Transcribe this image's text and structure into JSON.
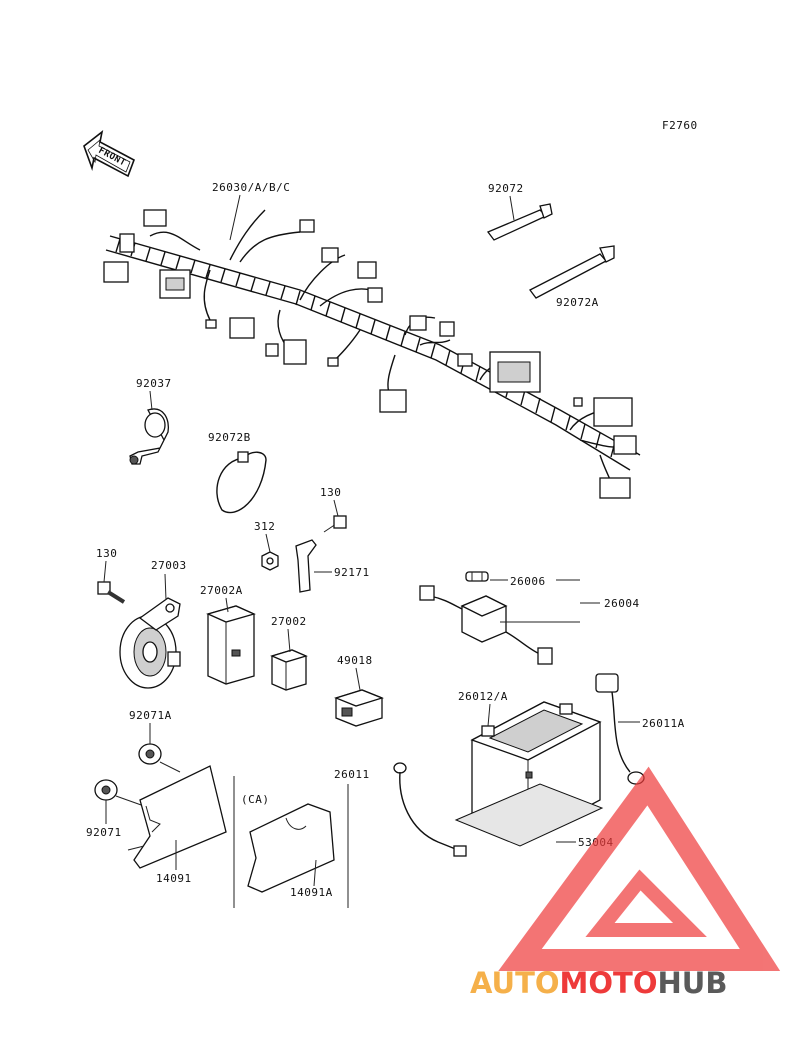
{
  "diagram": {
    "code": "F2760",
    "front_arrow_text": "FRONT",
    "variant_note": "(CA)"
  },
  "parts": {
    "p26030": "26030/A/B/C",
    "p92072": "92072",
    "p92072A": "92072A",
    "p92037": "92037",
    "p92072B": "92072B",
    "p130_top": "130",
    "p312": "312",
    "p92171": "92171",
    "p130_left": "130",
    "p27003": "27003",
    "p27002A": "27002A",
    "p27002": "27002",
    "p26006": "26006",
    "p26004": "26004",
    "p49018": "49018",
    "p26012A": "26012/A",
    "p26011A": "26011A",
    "p92071A": "92071A",
    "p26011": "26011",
    "p53004": "53004",
    "p92071": "92071",
    "p14091": "14091",
    "p14091A": "14091A"
  },
  "watermark": {
    "part1": "AUTO",
    "part2": "MOTO",
    "part3": "HUB",
    "colors": {
      "orange": "#f5b04a",
      "red": "#ee3a3a",
      "gray": "#5a5a5a"
    }
  }
}
